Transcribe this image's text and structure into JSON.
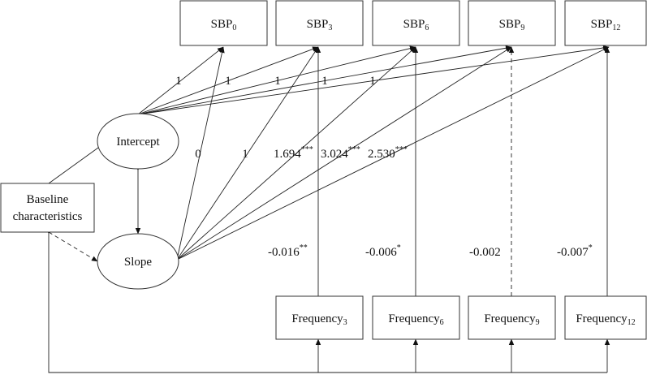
{
  "nodes": {
    "sbp0": {
      "base": "SBP",
      "sub": "0"
    },
    "sbp3": {
      "base": "SBP",
      "sub": "3"
    },
    "sbp6": {
      "base": "SBP",
      "sub": "6"
    },
    "sbp9": {
      "base": "SBP",
      "sub": "9"
    },
    "sbp12": {
      "base": "SBP",
      "sub": "12"
    },
    "intercept": "Intercept",
    "slope": "Slope",
    "baseline": {
      "line1": "Baseline",
      "line2": "characteristics"
    },
    "freq3": {
      "base": "Frequency",
      "sub": "3"
    },
    "freq6": {
      "base": "Frequency",
      "sub": "6"
    },
    "freq9": {
      "base": "Frequency",
      "sub": "9"
    },
    "freq12": {
      "base": "Frequency",
      "sub": "12"
    }
  },
  "intercept_loadings": [
    "1",
    "1",
    "1",
    "1",
    "1"
  ],
  "slope_loadings": [
    {
      "value": "0",
      "stars": ""
    },
    {
      "value": "1",
      "stars": ""
    },
    {
      "value": "1.694",
      "stars": "***"
    },
    {
      "value": "3.024",
      "stars": "***"
    },
    {
      "value": "2.530",
      "stars": "***"
    }
  ],
  "frequency_effects": [
    {
      "value": "-0.016",
      "stars": "**"
    },
    {
      "value": "-0.006",
      "stars": "*"
    },
    {
      "value": "-0.002",
      "stars": ""
    },
    {
      "value": "-0.007",
      "stars": "*"
    }
  ]
}
